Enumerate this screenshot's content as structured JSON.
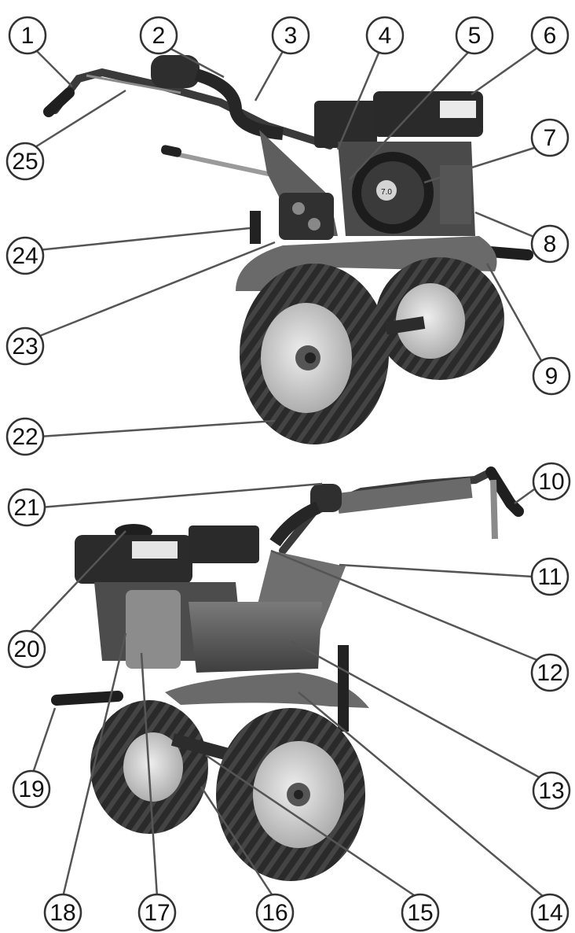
{
  "figure": {
    "description_visible": false,
    "machine_views": [
      "front-right view",
      "rear-left view"
    ],
    "colors": {
      "ink": "#1a1a1a",
      "leader": "#7a7a7a",
      "callout_stroke": "#333333",
      "metal_light": "#d9d9d9",
      "metal_mid": "#9a9a9a",
      "rubber": "#262626"
    }
  },
  "callouts": [
    {
      "id": "1",
      "label": "1"
    },
    {
      "id": "2",
      "label": "2"
    },
    {
      "id": "3",
      "label": "3"
    },
    {
      "id": "4",
      "label": "4"
    },
    {
      "id": "5",
      "label": "5"
    },
    {
      "id": "6",
      "label": "6"
    },
    {
      "id": "7",
      "label": "7"
    },
    {
      "id": "8",
      "label": "8"
    },
    {
      "id": "9",
      "label": "9"
    },
    {
      "id": "10",
      "label": "10"
    },
    {
      "id": "11",
      "label": "11"
    },
    {
      "id": "12",
      "label": "12"
    },
    {
      "id": "13",
      "label": "13"
    },
    {
      "id": "14",
      "label": "14"
    },
    {
      "id": "15",
      "label": "15"
    },
    {
      "id": "16",
      "label": "16"
    },
    {
      "id": "17",
      "label": "17"
    },
    {
      "id": "18",
      "label": "18"
    },
    {
      "id": "19",
      "label": "19"
    },
    {
      "id": "20",
      "label": "20"
    },
    {
      "id": "21",
      "label": "21"
    },
    {
      "id": "22",
      "label": "22"
    },
    {
      "id": "23",
      "label": "23"
    },
    {
      "id": "24",
      "label": "24"
    },
    {
      "id": "25",
      "label": "25"
    }
  ],
  "engine_badge": "7.0"
}
